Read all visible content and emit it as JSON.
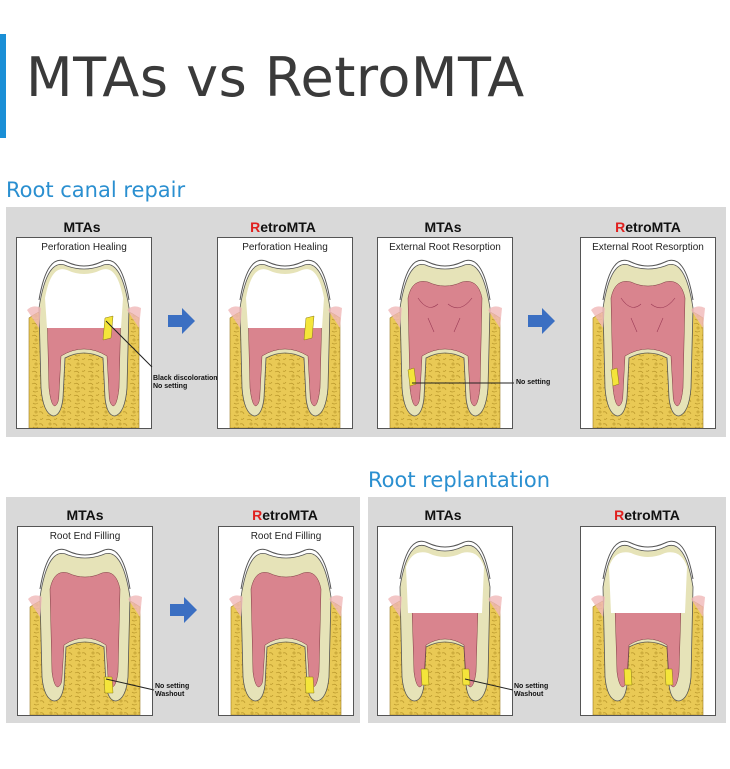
{
  "title": "MTAs vs RetroMTA",
  "sections": {
    "root_canal_repair": "Root canal repair",
    "root_replantation": "Root replantation"
  },
  "labels": {
    "mtas": "MTAs",
    "retro_r": "R",
    "retro_rest": "etroMTA"
  },
  "cards": {
    "perforation": "Perforation Healing",
    "external": "External Root Resorption",
    "root_end": "Root End Filling"
  },
  "notes": {
    "black_1": "Black discoloration",
    "black_2": "No setting",
    "no_setting": "No setting",
    "ns_1": "No setting",
    "ns_2": "Washout",
    "rp_1": "No setting",
    "rp_2": "Washout"
  },
  "colors": {
    "accent": "#1a8fd6",
    "retro_red": "#e0201e",
    "bone": "#e9c955",
    "pulp": "#d9848e",
    "dentin": "#e6e3b8",
    "material": "#f4e53a",
    "arrow": "#3b6fc2"
  }
}
